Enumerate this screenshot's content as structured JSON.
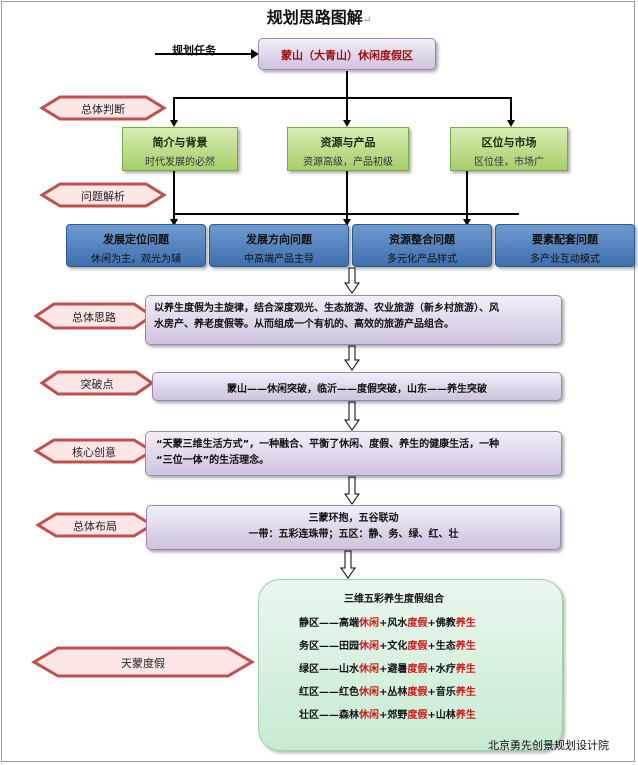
{
  "title": "规划思路图解",
  "task": {
    "label": "规划任务",
    "box": "蒙山（大青山）休闲度假区"
  },
  "side_labels": {
    "judgment": "总体判断",
    "analysis": "问题解析",
    "thinking": "总体思路",
    "breakthrough": "突破点",
    "creative": "核心创意",
    "layout": "总体布局",
    "resort": "天蒙度假"
  },
  "judgments": [
    {
      "title": "简介与背景",
      "sub": "时代发展的必然"
    },
    {
      "title": "资源与产品",
      "sub": "资源高级，产品初级"
    },
    {
      "title": "区位与市场",
      "sub": "区位佳，市场广"
    }
  ],
  "problems": [
    {
      "title": "发展定位问题",
      "sub": "休闲为主，观光为辅"
    },
    {
      "title": "发展方向问题",
      "sub": "中高端产品主导"
    },
    {
      "title": "资源整合问题",
      "sub": "多元化产品样式"
    },
    {
      "title": "要素配套问题",
      "sub": "多产业互动模式"
    }
  ],
  "thinking": {
    "line1": "以养生度假为主旋律，结合深度观光、生态旅游、农业旅游（新乡村旅游）、风",
    "line2": "水房产、养老度假等。从而组成一个有机的、高效的旅游产品组合。"
  },
  "breakthrough": "蒙山——休闲突破，临沂——度假突破，山东——养生突破",
  "creative": {
    "line1": "“天蒙三维生活方式”，一种融合、平衡了休闲、度假、养生的健康生活，一种",
    "line2": "“三位一体”的生活理念。"
  },
  "layout": {
    "line1": "三蒙环抱，五谷联动",
    "line2": "一带：五彩连珠带；五区：静、务、绿、红、壮"
  },
  "resort": {
    "heading": "三维五彩养生度假组合",
    "rows": [
      {
        "area": "静区——",
        "pre": "高端",
        "w1": "休闲",
        "s1": "+风水",
        "w2": "度假",
        "s2": "+佛教",
        "w3": "养生"
      },
      {
        "area": "务区——",
        "pre": "田园",
        "w1": "休闲",
        "s1": "+文化",
        "w2": "度假",
        "s2": "+生态",
        "w3": "养生"
      },
      {
        "area": "绿区——",
        "pre": "山水",
        "w1": "休闲",
        "s1": "+避暑",
        "w2": "度假",
        "s2": "+水疗",
        "w3": "养生"
      },
      {
        "area": "红区——",
        "pre": "红色",
        "w1": "休闲",
        "s1": "+丛林",
        "w2": "度假",
        "s2": "+音乐",
        "w3": "养生"
      },
      {
        "area": "壮区——",
        "pre": "森林",
        "w1": "休闲",
        "s1": "+郊野",
        "w2": "度假",
        "s2": "+山林",
        "w3": "养生"
      }
    ]
  },
  "credit": "北京勇先创景规划设计院",
  "colors": {
    "hex_fill": "#fbe5e5",
    "hex_stroke": "#c0504d",
    "judgment_fill": "#a6cf6a",
    "problem_fill": "#4f81bd",
    "flow_fill": "#cfc3de",
    "resort_fill": "#c7ead2",
    "emphasis": "#d01818"
  }
}
